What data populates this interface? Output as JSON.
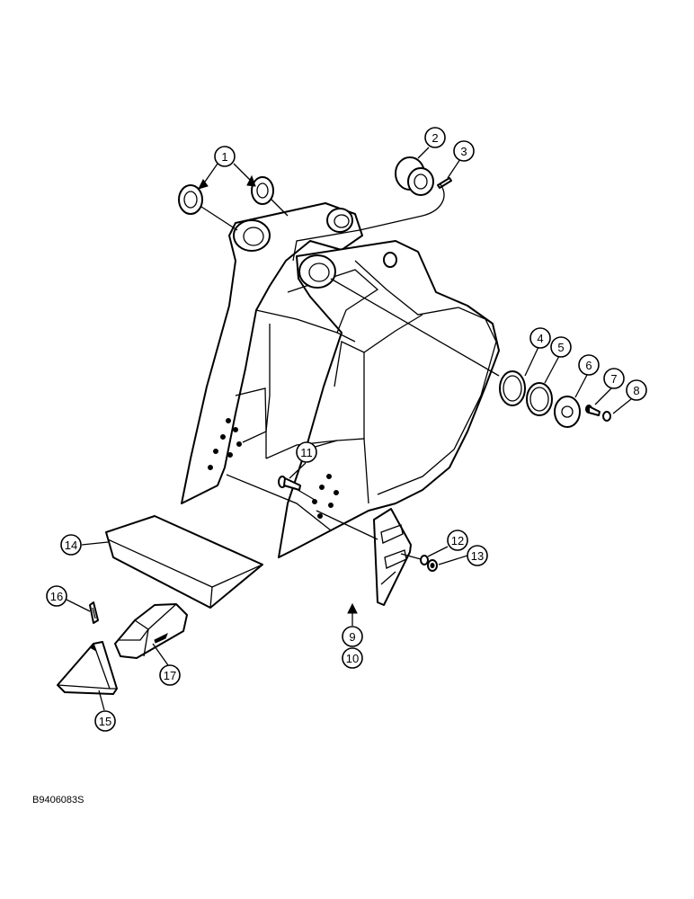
{
  "callouts": {
    "c1": "1",
    "c2": "2",
    "c3": "3",
    "c4": "4",
    "c5": "5",
    "c6": "6",
    "c7": "7",
    "c8": "8",
    "c9": "9",
    "c10": "10",
    "c11": "11",
    "c12": "12",
    "c13": "13",
    "c14": "14",
    "c15": "15",
    "c16": "16",
    "c17": "17"
  },
  "figure_code": "B9406083S"
}
